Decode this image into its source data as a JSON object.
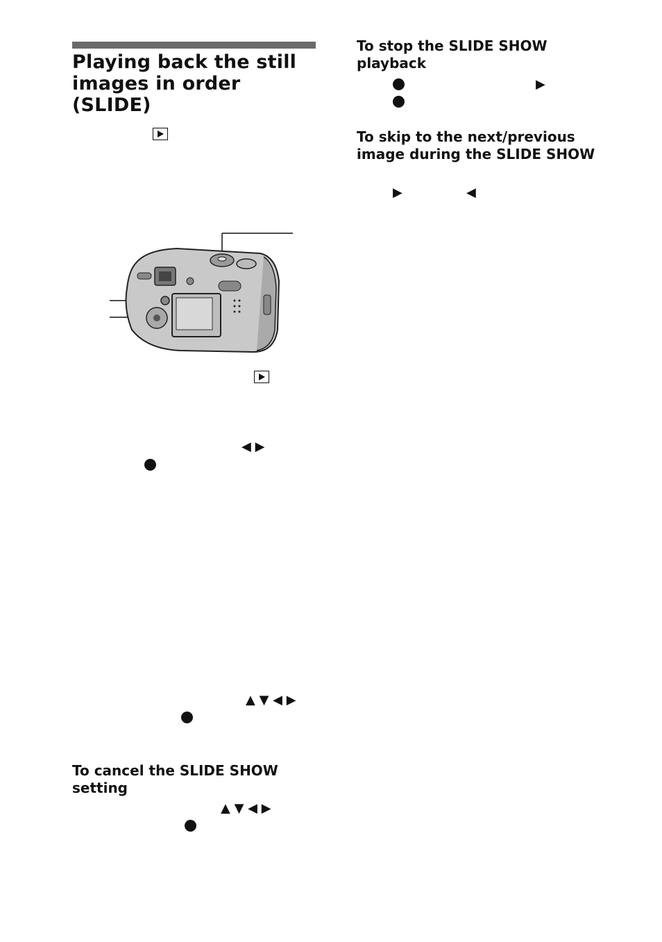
{
  "page": {
    "title": "Playing back the still images in order (SLIDE)",
    "subheadings": {
      "cancel": "To cancel the SLIDE SHOW setting",
      "stop": "To stop the SLIDE SHOW playback",
      "skip": "To skip to the next/previous image during the SLIDE SHOW"
    },
    "symbols": {
      "play": "▶",
      "left": "◀",
      "left_right": "◀ ▶",
      "four_way": "▲ ▼ ◀ ▶"
    }
  },
  "icons": [
    "play-mode-icon",
    "center-button-icon",
    "camera-illustration"
  ]
}
